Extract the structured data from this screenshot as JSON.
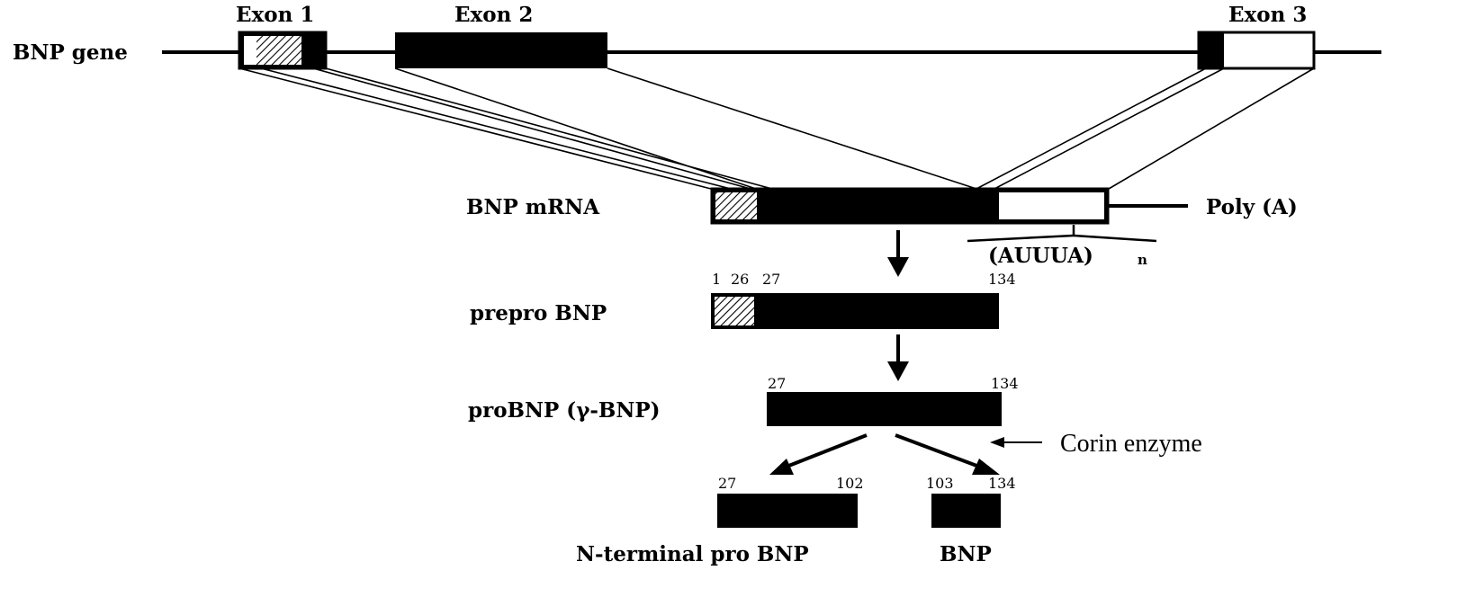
{
  "gene": {
    "label": "BNP gene",
    "exons": [
      {
        "label": "Exon 1"
      },
      {
        "label": "Exon 2"
      },
      {
        "label": "Exon 3"
      }
    ]
  },
  "mrna": {
    "label": "BNP mRNA",
    "poly_label": "Poly (A)",
    "auuua_label": "(AUUUA)",
    "auuua_subscript": "n"
  },
  "prepro": {
    "label": "prepro BNP",
    "positions": [
      "1",
      "26",
      "27",
      "134"
    ]
  },
  "pro": {
    "label": "proBNP (γ-BNP)",
    "positions": [
      "27",
      "134"
    ]
  },
  "cleavage": {
    "enzyme_label": "Corin enzyme"
  },
  "products": [
    {
      "label": "N-terminal pro BNP",
      "start": "27",
      "end": "102"
    },
    {
      "label": "BNP",
      "start": "103",
      "end": "134"
    }
  ]
}
